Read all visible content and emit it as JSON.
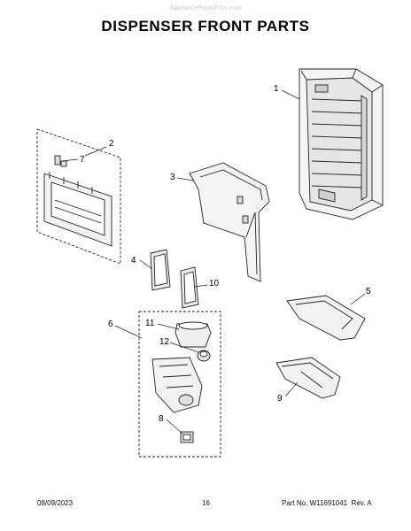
{
  "watermark": "AppliancePartsPros.com",
  "title": "DISPENSER FRONT PARTS",
  "callouts": {
    "c1": "1",
    "c2": "2",
    "c3": "3",
    "c4": "4",
    "c5": "5",
    "c6": "6",
    "c7": "7",
    "c8": "8",
    "c9": "9",
    "c10": "10",
    "c11": "11",
    "c12": "12"
  },
  "footer": {
    "date": "08/09/2023",
    "page": "16",
    "part_no": "Part No. W11691041  Rev. A"
  }
}
